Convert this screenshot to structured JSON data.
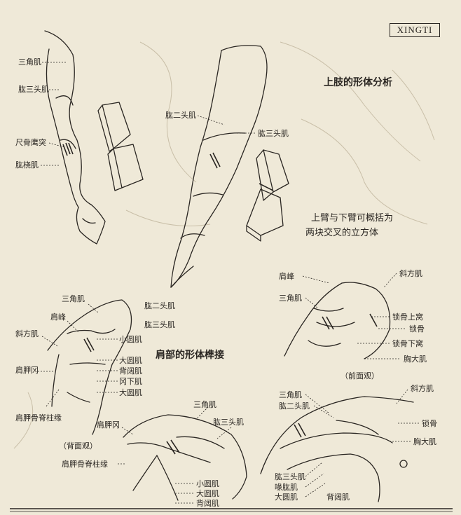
{
  "header": {
    "brand": "XINGTI"
  },
  "headings": {
    "upper_limb": "上肢的形体分析",
    "cube_note_line1": "上臂与下臂可概括为",
    "cube_note_line2": "两块交叉的立方体",
    "shoulder": "肩部的形体榫接"
  },
  "arm_labels": {
    "deltoid": "三角肌",
    "triceps": "肱三头肌",
    "olecranon": "尺骨鹰突",
    "brachioradialis": "肱桡肌"
  },
  "arm2_labels": {
    "biceps": "肱二头肌",
    "triceps": "肱三头肌"
  },
  "back_view_labels": {
    "deltoid": "三角肌",
    "acromion": "肩峰",
    "trapezius": "斜方肌",
    "scapular_spine": "肩胛冈",
    "vertebral_border": "肩胛骨脊柱缘",
    "teres_minor": "小圆肌",
    "teres_major": "大圆肌",
    "latissimus": "背阔肌",
    "infraspinatus": "冈下肌",
    "biceps": "肱二头肌",
    "triceps": "肱三头肌",
    "caption": "（背面观）"
  },
  "back_view2_labels": {
    "scapular_spine": "肩胛冈",
    "deltoid": "三角肌",
    "triceps": "肱三头肌",
    "vertebral_border": "肩胛骨脊柱缘",
    "teres_minor": "小圆肌",
    "teres_major": "大圆肌",
    "latissimus": "背阔肌"
  },
  "front_view_labels": {
    "acromion": "肩峰",
    "trapezius": "斜方肌",
    "deltoid": "三角肌",
    "supraclavicular": "锁骨上窝",
    "clavicle": "锁骨",
    "infraclavicular": "锁骨下窝",
    "pectoralis": "胸大肌",
    "caption": "（前面观）"
  },
  "front_view2_labels": {
    "deltoid": "三角肌",
    "biceps": "肱二头肌",
    "trapezius": "斜方肌",
    "clavicle": "锁骨",
    "pectoralis": "胸大肌",
    "triceps": "肱三头肌",
    "coracobrachialis": "喙肱肌",
    "teres_major": "大圆肌",
    "latissimus": "背阔肌"
  }
}
